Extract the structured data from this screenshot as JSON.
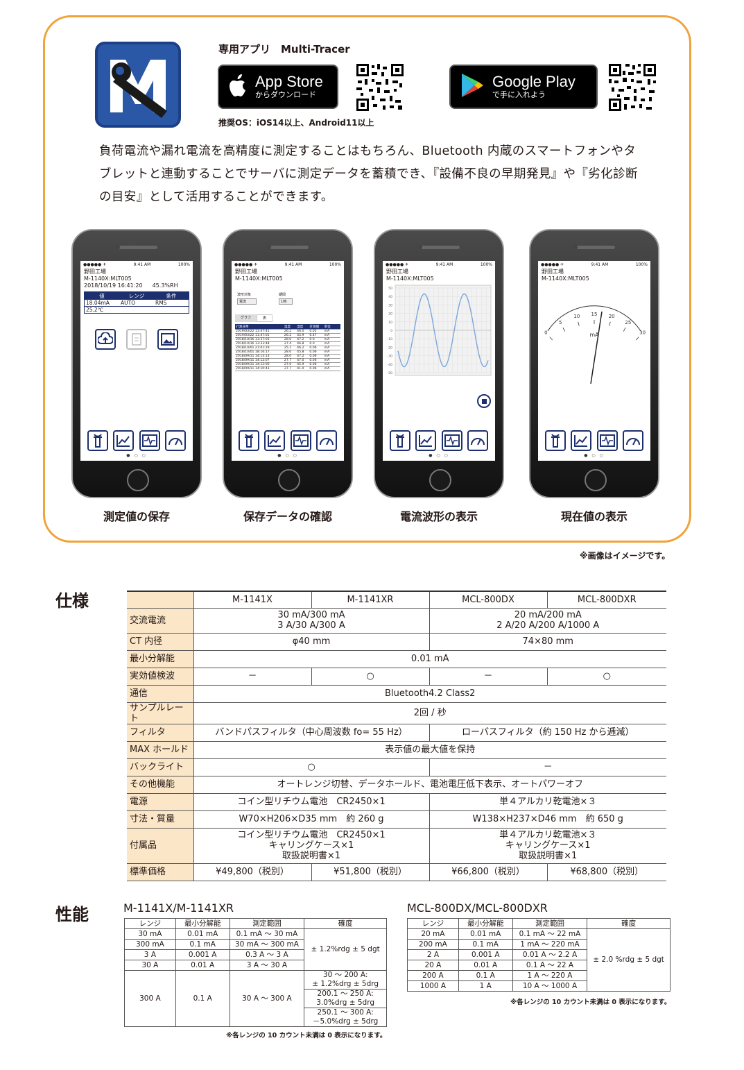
{
  "app": {
    "title": "専用アプリ　Multi-Tracer",
    "icon_letter": "M",
    "app_store": {
      "big": "App Store",
      "small": "からダウンロード"
    },
    "google_play": {
      "big": "Google Play",
      "small": "で手に入れよう"
    },
    "os_note": "推奨OS：iOS14以上、Android11以上"
  },
  "intro": "負荷電流や漏れ電流を高精度に測定することはもちろん、Bluetooth 内蔵のスマートフォンやタブレットと連動することでサーバに測定データを蓄積でき、『設備不良の早期発見』や『劣化診断の目安』として活用することができます。",
  "phones": [
    {
      "status_left": "●●●●● ✈",
      "status_time": "9:41 AM",
      "status_right": "100%",
      "site": "野田工場",
      "device": "M-1140X:MLT005",
      "datetime": "2018/10/19 16:41:20",
      "humidity": "45.3%RH",
      "table_headers": [
        "値",
        "レンジ",
        "条件"
      ],
      "table_row": [
        "18.04mA",
        "AUTO",
        "RMS"
      ],
      "temp": "25.2℃",
      "caption": "測定値の保存"
    },
    {
      "status_left": "●●●●● ✈",
      "status_time": "9:41 AM",
      "status_right": "100%",
      "site": "野田工場",
      "device": "M-1140X:MLT005",
      "filter_label1": "波形対象",
      "filter_label2": "期間",
      "select1": "電流",
      "select2": "1時",
      "tab1": "グラフ",
      "tab2": "表",
      "list_headers": [
        "計測日時",
        "温度",
        "湿度",
        "計測値",
        "単位"
      ],
      "list_rows": [
        [
          "2019/03/22 11:47:41",
          "26.2",
          "46.0",
          "0.05",
          "mA"
        ],
        [
          "2019/03/22 11:47:01",
          "26.2",
          "45.9",
          "6.47",
          "mA"
        ],
        [
          "2018/10/16 13:37:03",
          "28.0",
          "47.2",
          "0.0",
          "mA"
        ],
        [
          "2018/10/16 13:33:48",
          "27.4",
          "46.8",
          "0.0",
          "mA"
        ],
        [
          "2018/10/01 21:01:29",
          "25.1",
          "46.2",
          "0.06",
          "mA"
        ],
        [
          "2018/10/01 18:16:17",
          "28.0",
          "45.8",
          "0.06",
          "mA"
        ],
        [
          "2018/09/11 14:13:13",
          "28.0",
          "47.2",
          "0.06",
          "mA"
        ],
        [
          "2018/09/11 14:12:07",
          "27.7",
          "47.0",
          "0.06",
          "mA"
        ],
        [
          "2018/09/11 14:12:00",
          "27.6",
          "45.9",
          "0.06",
          "mA"
        ],
        [
          "2018/09/11 14:10:43",
          "27.7",
          "41.0",
          "0.06",
          "mA"
        ]
      ],
      "caption": "保存データの確認"
    },
    {
      "status_left": "●●●●● ✈",
      "status_time": "9:41 AM",
      "status_right": "100%",
      "site": "野田工場",
      "device": "M-1140X:MLT005",
      "y_ticks": [
        "50",
        "40",
        "30",
        "20",
        "10",
        "0",
        "-10",
        "-20",
        "-30",
        "-40",
        "-50"
      ],
      "caption": "電流波形の表示"
    },
    {
      "status_left": "●●●●● ✈",
      "status_time": "9:41 AM",
      "status_right": "100%",
      "site": "野田工場",
      "device": "M-1140X:MLT005",
      "gauge_ticks": [
        "0",
        "5",
        "10",
        "15",
        "20",
        "25",
        "30"
      ],
      "gauge_unit": "mA",
      "caption": "現在値の表示"
    }
  ],
  "image_note": "※画像はイメージです。",
  "spec": {
    "title": "仕様",
    "models": [
      "M-1141X",
      "M-1141XR",
      "MCL-800DX",
      "MCL-800DXR"
    ],
    "rows": {
      "ac_current": {
        "label": "交流電流",
        "a1": "30 mA/300 mA",
        "a2": "3 A/30 A/300 A",
        "b1": "20 mA/200 mA",
        "b2": "2 A/20 A/200 A/1000 A"
      },
      "ct": {
        "label": "CT 内径",
        "a": "φ40 mm",
        "b": "74×80 mm"
      },
      "resolution": {
        "label": "最小分解能",
        "v": "0.01 mA"
      },
      "rms": {
        "label": "実効値検波",
        "v": [
          "－",
          "○",
          "－",
          "○"
        ]
      },
      "comm": {
        "label": "通信",
        "v": "Bluetooth4.2 Class2"
      },
      "sample": {
        "label": "サンプルレート",
        "v": "2回 / 秒"
      },
      "filter": {
        "label": "フィルタ",
        "a": "バンドパスフィルタ（中心周波数 fo= 55 Hz）",
        "b": "ローパスフィルタ（約 150 Hz から逓減）"
      },
      "max": {
        "label": "MAX ホールド",
        "v": "表示値の最大値を保持"
      },
      "backlight": {
        "label": "バックライト",
        "a": "○",
        "b": "－"
      },
      "other": {
        "label": "その他機能",
        "v": "オートレンジ切替、データホールド、電池電圧低下表示、オートパワーオフ"
      },
      "power": {
        "label": "電源",
        "a": "コイン型リチウム電池　CR2450×1",
        "b": "単４アルカリ乾電池×３"
      },
      "size": {
        "label": "寸法・質量",
        "a": "W70×H206×D35 mm　約 260 g",
        "b": "W138×H237×D46 mm　約 650 g"
      },
      "accessories": {
        "label": "付属品",
        "a1": "コイン型リチウム電池　CR2450×1",
        "a2": "キャリングケース×1",
        "a3": "取扱説明書×1",
        "b1": "単４アルカリ乾電池×３",
        "b2": "キャリングケース×1",
        "b3": "取扱説明書×1"
      },
      "price": {
        "label": "標準価格",
        "v": [
          "¥49,800（税別）",
          "¥51,800（税別）",
          "¥66,800（税別）",
          "¥68,800（税別）"
        ]
      }
    }
  },
  "perf": {
    "title": "性能",
    "left": {
      "subtitle": "M-1141X/M-1141XR",
      "headers": [
        "レンジ",
        "最小分解能",
        "測定範囲",
        "確度"
      ],
      "rows": [
        [
          "30 mA",
          "0.01 mA",
          "0.1 mA ～ 30 mA"
        ],
        [
          "300 mA",
          "0.1 mA",
          "30 mA ～ 300 mA"
        ],
        [
          "3 A",
          "0.001 A",
          "0.3 A ～ 3 A"
        ],
        [
          "30 A",
          "0.01 A",
          "3 A ～ 30 A"
        ]
      ],
      "accuracy1": "± 1.2%rdg ± 5 dgt",
      "last_row": [
        "300 A",
        "0.1 A",
        "30 A ～ 300 A"
      ],
      "acc_a1": "30 ～ 200 A:",
      "acc_a2": "± 1.2%drg ± 5drg",
      "acc_b1": "200.1 ～ 250 A:",
      "acc_b2": "3.0%drg ± 5drg",
      "acc_c1": "250.1 ～ 300 A:",
      "acc_c2": "－5.0%drg ± 5drg",
      "note": "※各レンジの 10 カウント未満は 0 表示になります。"
    },
    "right": {
      "subtitle": "MCL-800DX/MCL-800DXR",
      "headers": [
        "レンジ",
        "最小分解能",
        "測定範囲",
        "確度"
      ],
      "rows": [
        [
          "20 mA",
          "0.01 mA",
          "0.1 mA ～ 22 mA"
        ],
        [
          "200 mA",
          "0.1 mA",
          "1 mA ～ 220 mA"
        ],
        [
          "2 A",
          "0.001 A",
          "0.01 A ～ 2.2 A"
        ],
        [
          "20 A",
          "0.01 A",
          "0.1 A ～ 22 A"
        ],
        [
          "200 A",
          "0.1 A",
          "1 A ～ 220 A"
        ],
        [
          "1000 A",
          "1 A",
          "10 A ～ 1000 A"
        ]
      ],
      "accuracy": "± 2.0 %rdg ± 5 dgt",
      "note": "※各レンジの 10 カウント未満は 0 表示になります。"
    }
  },
  "colors": {
    "frame": "#f0a33a",
    "header_bg": "#fbe6c8",
    "icon_blue": "#2b58a6",
    "nav_blue": "#1d2f6e"
  }
}
